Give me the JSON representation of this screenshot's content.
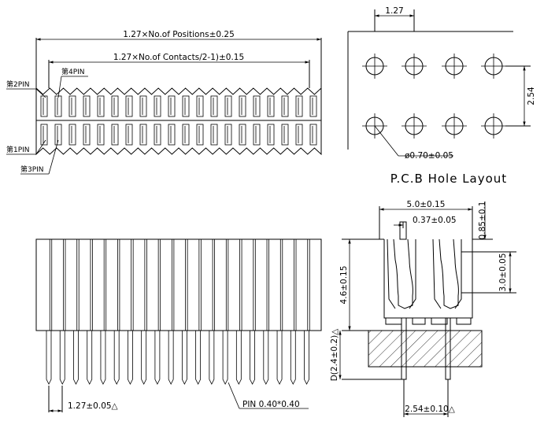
{
  "top_view": {
    "total_length": "1.27×No.of Positions±0.25",
    "contact_length": "1.27×No.of Contacts/2-1)±0.15",
    "pin2": "第2PIN",
    "pin4": "第4PIN",
    "pin1": "第1PIN",
    "pin3": "第3PIN"
  },
  "pcb_layout": {
    "pitch_x": "1.27",
    "pitch_y": "2.54",
    "hole_dia": "ø0.70±0.05",
    "caption": "P.C.B Hole Layout"
  },
  "front_view": {
    "pitch": "1.27±0.05△",
    "pin_size": "PIN 0.40*0.40"
  },
  "side_view": {
    "width": "5.0±0.15",
    "contact_gap": "0.37±0.05",
    "top_gap": "0.85±0.1",
    "height": "4.6±0.15",
    "contact_depth": "3.0±0.05",
    "tail_length": "D(2.4±0.2)△",
    "row_pitch": "2.54±0.10△"
  }
}
